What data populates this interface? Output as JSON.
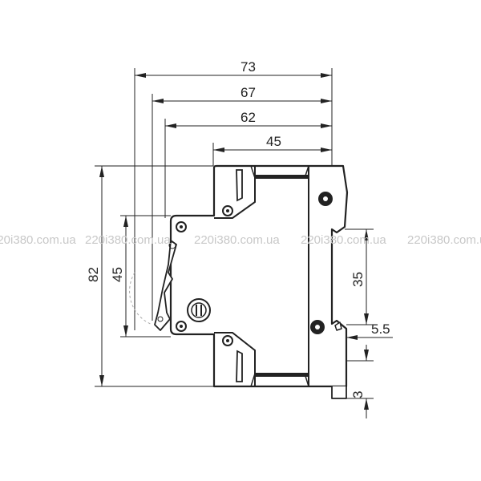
{
  "drawing": {
    "dimensions": {
      "overall_depth": "73",
      "depth_to_front_step": "67",
      "depth_to_lever": "62",
      "depth_to_shoulder": "45",
      "overall_height": "82",
      "front_height": "45",
      "din_rail": "35",
      "rail_clip": "5.5",
      "clip_offset": "3"
    },
    "watermark": "220i380.com.ua",
    "line_color": "#222222",
    "watermark_color": "#c8c8c8"
  }
}
